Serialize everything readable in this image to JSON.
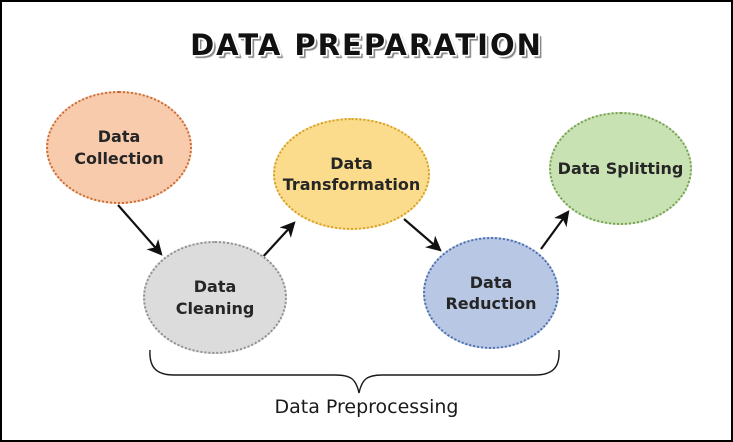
{
  "title": "DATA PREPARATION",
  "nodes": [
    {
      "label": "Data Collection",
      "fill": "#F8CBAD",
      "border": "#C96A34"
    },
    {
      "label": "Data Cleaning",
      "fill": "#DCDCDC",
      "border": "#8F8F8F"
    },
    {
      "label": "Data Transformation",
      "fill": "#FBDC8C",
      "border": "#D3A029"
    },
    {
      "label": "Data Reduction",
      "fill": "#B8C7E4",
      "border": "#4C6FB0"
    },
    {
      "label": "Data Splitting",
      "fill": "#C9E2B3",
      "border": "#76A053"
    }
  ],
  "edges": [
    {
      "from": "Data Collection",
      "to": "Data Cleaning"
    },
    {
      "from": "Data Cleaning",
      "to": "Data Transformation"
    },
    {
      "from": "Data Transformation",
      "to": "Data Reduction"
    },
    {
      "from": "Data Reduction",
      "to": "Data Splitting"
    }
  ],
  "brace_label": "Data Preprocessing",
  "brace_covers": [
    "Data Cleaning",
    "Data Transformation",
    "Data Reduction"
  ],
  "arrow_color": "#111111",
  "text_color": "#262626"
}
